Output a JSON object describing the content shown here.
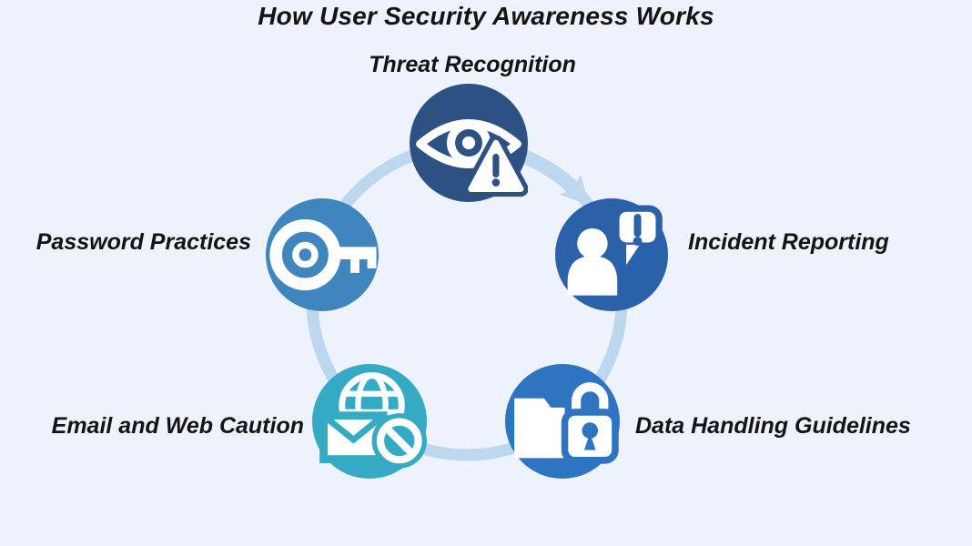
{
  "title": "How User Security Awareness Works",
  "colors": {
    "background": "#eef2fa",
    "ring": "#bdd7ef",
    "text": "#141414"
  },
  "diagram_type": "5-step circular cycle",
  "nodes": [
    {
      "id": "threat-recognition",
      "label": "Threat Recognition",
      "color": "#2d5183",
      "icon": "eye-warning-icon",
      "position": "top"
    },
    {
      "id": "incident-reporting",
      "label": "Incident Reporting",
      "color": "#2b61a8",
      "icon": "person-alert-speech-icon",
      "position": "right"
    },
    {
      "id": "data-handling",
      "label": "Data Handling Guidelines",
      "color": "#2f74c0",
      "icon": "folder-lock-icon",
      "position": "bottom-right"
    },
    {
      "id": "email-web-caution",
      "label": "Email and Web Caution",
      "color": "#35aac4",
      "icon": "globe-mail-block-icon",
      "position": "bottom-left"
    },
    {
      "id": "password-practices",
      "label": "Password Practices",
      "color": "#3e86bd",
      "icon": "key-icon",
      "position": "left"
    }
  ]
}
